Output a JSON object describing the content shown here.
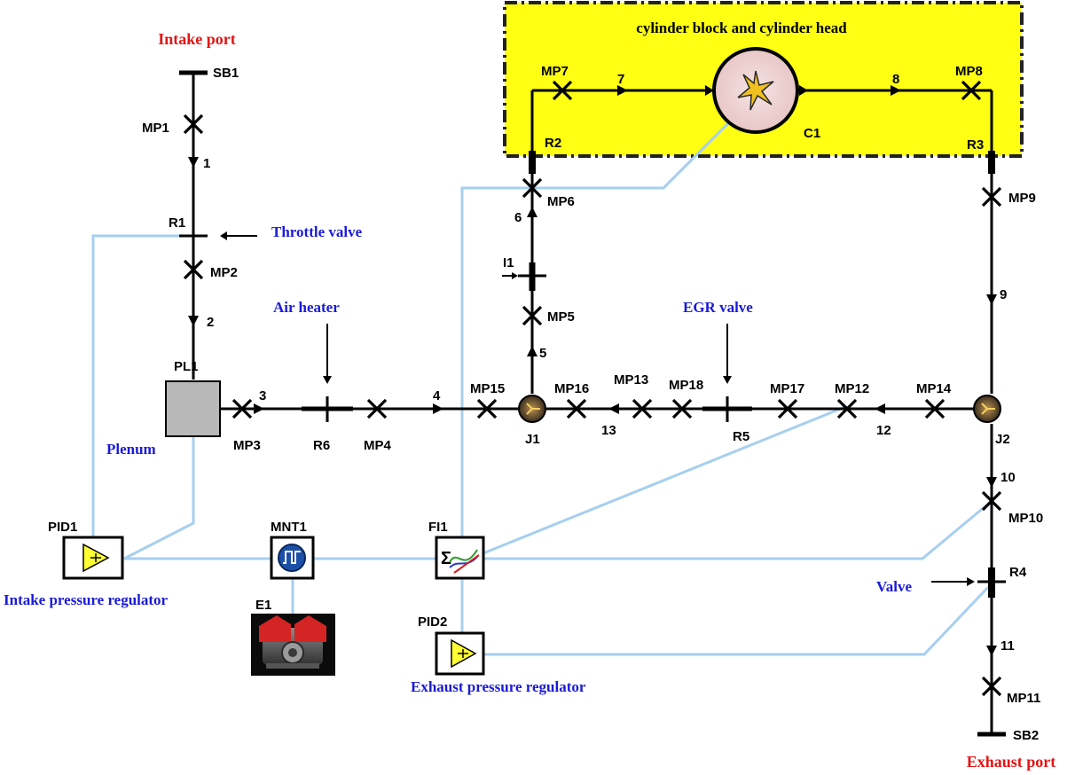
{
  "diagram": {
    "cylinder_region_title": "cylinder block and cylinder head",
    "intake_port": "Intake port",
    "exhaust_port": "Exhaust port",
    "annotations": {
      "throttle_valve": "Throttle valve",
      "air_heater": "Air heater",
      "egr_valve": "EGR valve",
      "plenum": "Plenum",
      "valve": "Valve",
      "intake_pressure_regulator": "Intake pressure regulator",
      "exhaust_pressure_regulator": "Exhaust pressure regulator"
    },
    "components": {
      "sb1": "SB1",
      "sb2": "SB2",
      "r1": "R1",
      "r2": "R2",
      "r3": "R3",
      "r4": "R4",
      "r5": "R5",
      "r6": "R6",
      "pl1": "PL1",
      "c1": "C1",
      "j1": "J1",
      "j2": "J2",
      "i1": "I1",
      "pid1": "PID1",
      "pid2": "PID2",
      "mnt1": "MNT1",
      "fi1": "FI1",
      "e1": "E1"
    },
    "measure_points": {
      "mp1": "MP1",
      "mp2": "MP2",
      "mp3": "MP3",
      "mp4": "MP4",
      "mp5": "MP5",
      "mp6": "MP6",
      "mp7": "MP7",
      "mp8": "MP8",
      "mp9": "MP9",
      "mp10": "MP10",
      "mp11": "MP11",
      "mp12": "MP12",
      "mp13": "MP13",
      "mp14": "MP14",
      "mp15": "MP15",
      "mp16": "MP16",
      "mp17": "MP17",
      "mp18": "MP18"
    },
    "pipes": {
      "p1": "1",
      "p2": "2",
      "p3": "3",
      "p4": "4",
      "p5": "5",
      "p6": "6",
      "p7": "7",
      "p8": "8",
      "p9": "9",
      "p10": "10",
      "p11": "11",
      "p12": "12",
      "p13": "13"
    }
  },
  "colors": {
    "region_fill": "#ffff14",
    "annotation_blue": "#1a1adb",
    "port_red": "#e41414",
    "signal_line": "#a6cff0"
  }
}
